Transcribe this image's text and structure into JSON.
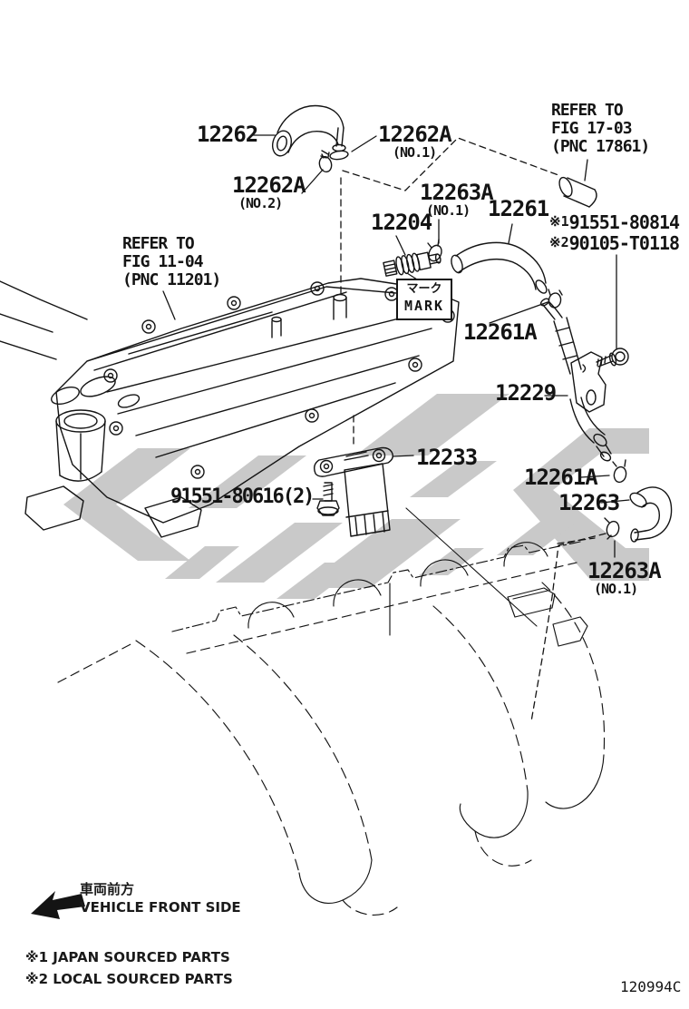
{
  "document": {
    "drawing_code": "120994C"
  },
  "callouts": {
    "p12262": {
      "number": "12262"
    },
    "p12262a_no1": {
      "number": "12262A",
      "variant": "(NO.1)"
    },
    "p12262a_no2": {
      "number": "12262A",
      "variant": "(NO.2)"
    },
    "p12263a_no1_top": {
      "number": "12263A",
      "variant": "(NO.1)"
    },
    "p12204": {
      "number": "12204"
    },
    "p12261": {
      "number": "12261"
    },
    "p12261a_upper": {
      "number": "12261A"
    },
    "p12229": {
      "number": "12229"
    },
    "p12233": {
      "number": "12233"
    },
    "p91551_80616": {
      "number": "91551-80616(2)"
    },
    "p12261a_lower": {
      "number": "12261A"
    },
    "p12263": {
      "number": "12263"
    },
    "p12263a_no1_bottom": {
      "number": "12263A",
      "variant": "(NO.1)"
    },
    "bolt_japan": {
      "marker": "※1",
      "number": "91551-80814"
    },
    "bolt_local": {
      "marker": "※2",
      "number": "90105-T0118"
    }
  },
  "references": {
    "fig_11_04": {
      "lines": [
        "REFER TO",
        "FIG 11-04",
        "(PNC 11201)"
      ]
    },
    "fig_17_03": {
      "lines": [
        "REFER TO",
        "FIG 17-03",
        "(PNC 17861)"
      ]
    }
  },
  "mark_box": {
    "jp": "マーク",
    "en": "MARK"
  },
  "orientation": {
    "jp": "車両前方",
    "en": "VEHICLE FRONT SIDE"
  },
  "legend": {
    "line1": "※1 JAPAN SOURCED PARTS",
    "line2": "※2 LOCAL SOURCED PARTS"
  },
  "colors": {
    "line": "#141414",
    "watermark": "#c9c9c9",
    "background": "#ffffff"
  }
}
